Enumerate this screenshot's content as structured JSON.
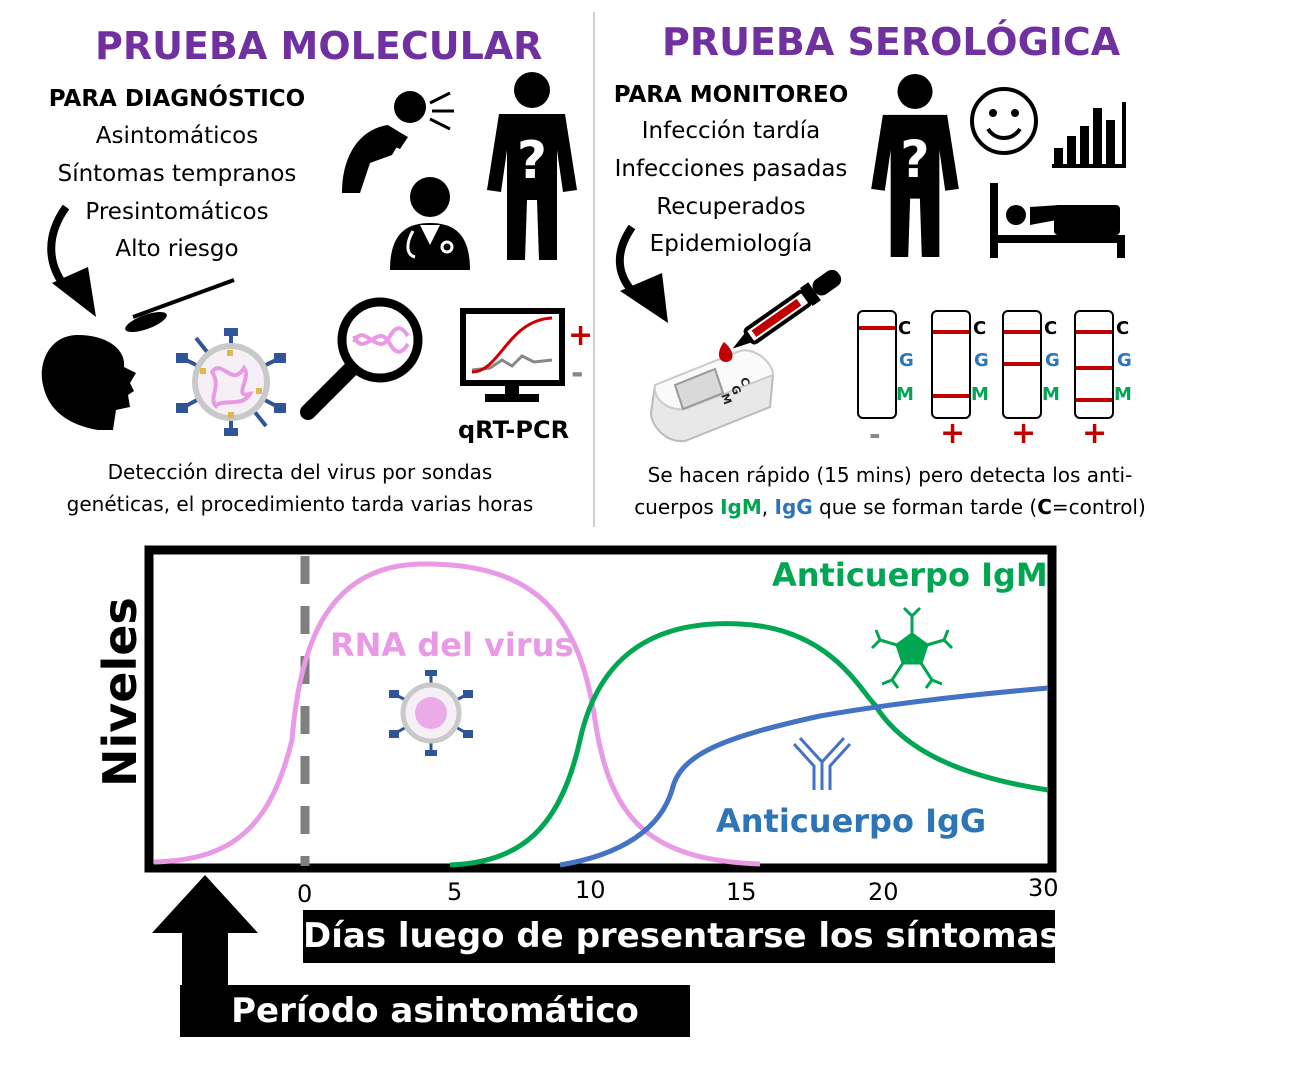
{
  "left": {
    "title": "PRUEBA MOLECULAR",
    "subtitle": "PARA DIAGNÓSTICO",
    "items": [
      "Asintomáticos",
      "Síntomas  tempranos",
      "Presintomáticos",
      "Alto riesgo"
    ],
    "pcr_label": "qRT-PCR",
    "pcr_plus": "+",
    "pcr_minus": "-",
    "desc_line1": "Detección directa del virus por sondas",
    "desc_line2": "genéticas, el procedimiento tarda varias horas"
  },
  "right": {
    "title": "PRUEBA SEROLÓGICA",
    "subtitle": "PARA MONITOREO",
    "items": [
      "Infección tardía",
      "Infecciones pasadas",
      "Recuperados",
      "Epidemiología"
    ],
    "cassette_letters": [
      "C",
      "G",
      "M"
    ],
    "strip_labels": [
      "C",
      "G",
      "M"
    ],
    "strip_results": [
      "-",
      "+",
      "+",
      "+"
    ],
    "desc_line1": "Se hacen rápido (15 mins) pero detecta los anti-",
    "desc_line2_a": "cuerpos ",
    "desc_igm": "IgM",
    "desc_comma": ", ",
    "desc_igg": "IgG",
    "desc_line2_b": " que se forman tarde (",
    "desc_c": "C",
    "desc_line2_c": "=control)"
  },
  "chart": {
    "ylabel": "Niveles",
    "xlabel": "Días luego de presentarse los síntomas",
    "asym_label": "Período asintomático",
    "x_ticks": [
      "0",
      "5",
      "10",
      "15",
      "20",
      "30"
    ],
    "series_labels": {
      "rna": "RNA del virus",
      "igm": "Anticuerpo IgM",
      "igg": "Anticuerpo IgG"
    },
    "colors": {
      "rna": "#e89ae6",
      "igm": "#00a651",
      "igg": "#4472c4",
      "title": "#7030a0",
      "red": "#c00000"
    }
  }
}
